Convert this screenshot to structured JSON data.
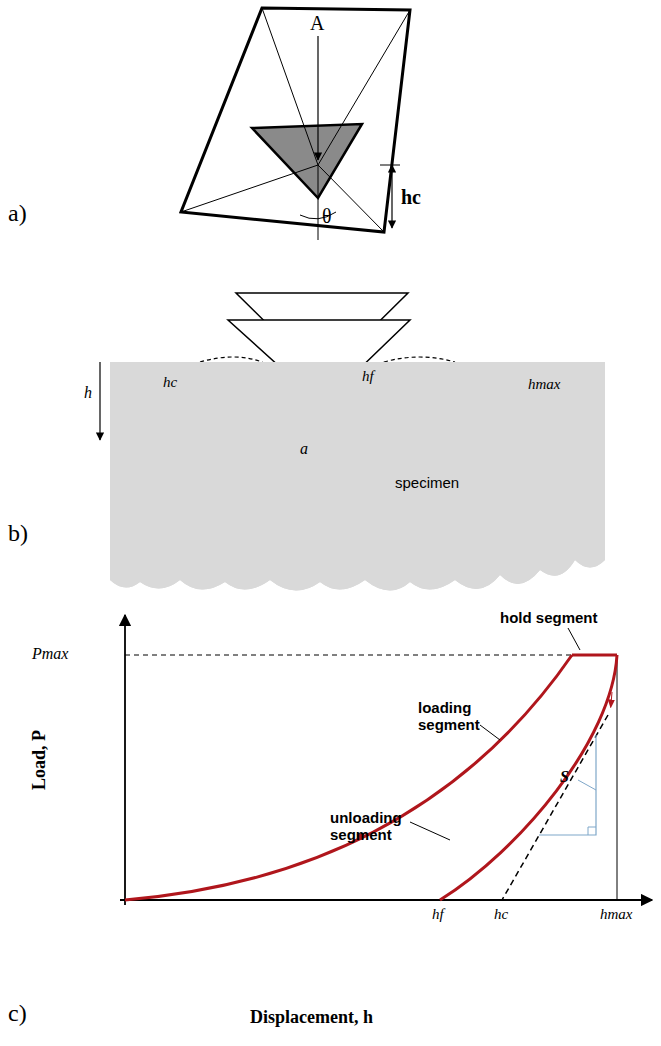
{
  "diagram": {
    "nodes": [
      {
        "text": [
          "specimen"
        ]
      }
    ],
    "labels": [
      "a)",
      "A",
      "θ",
      "hc",
      "b)",
      "h",
      "hc",
      "hf",
      "hmax",
      "a",
      "c)",
      "Pmax",
      "hold segment",
      "S",
      "loading segment",
      "unloading segment",
      "Load, P",
      "hf",
      "hc",
      "hmax",
      "Displacement, h"
    ]
  }
}
